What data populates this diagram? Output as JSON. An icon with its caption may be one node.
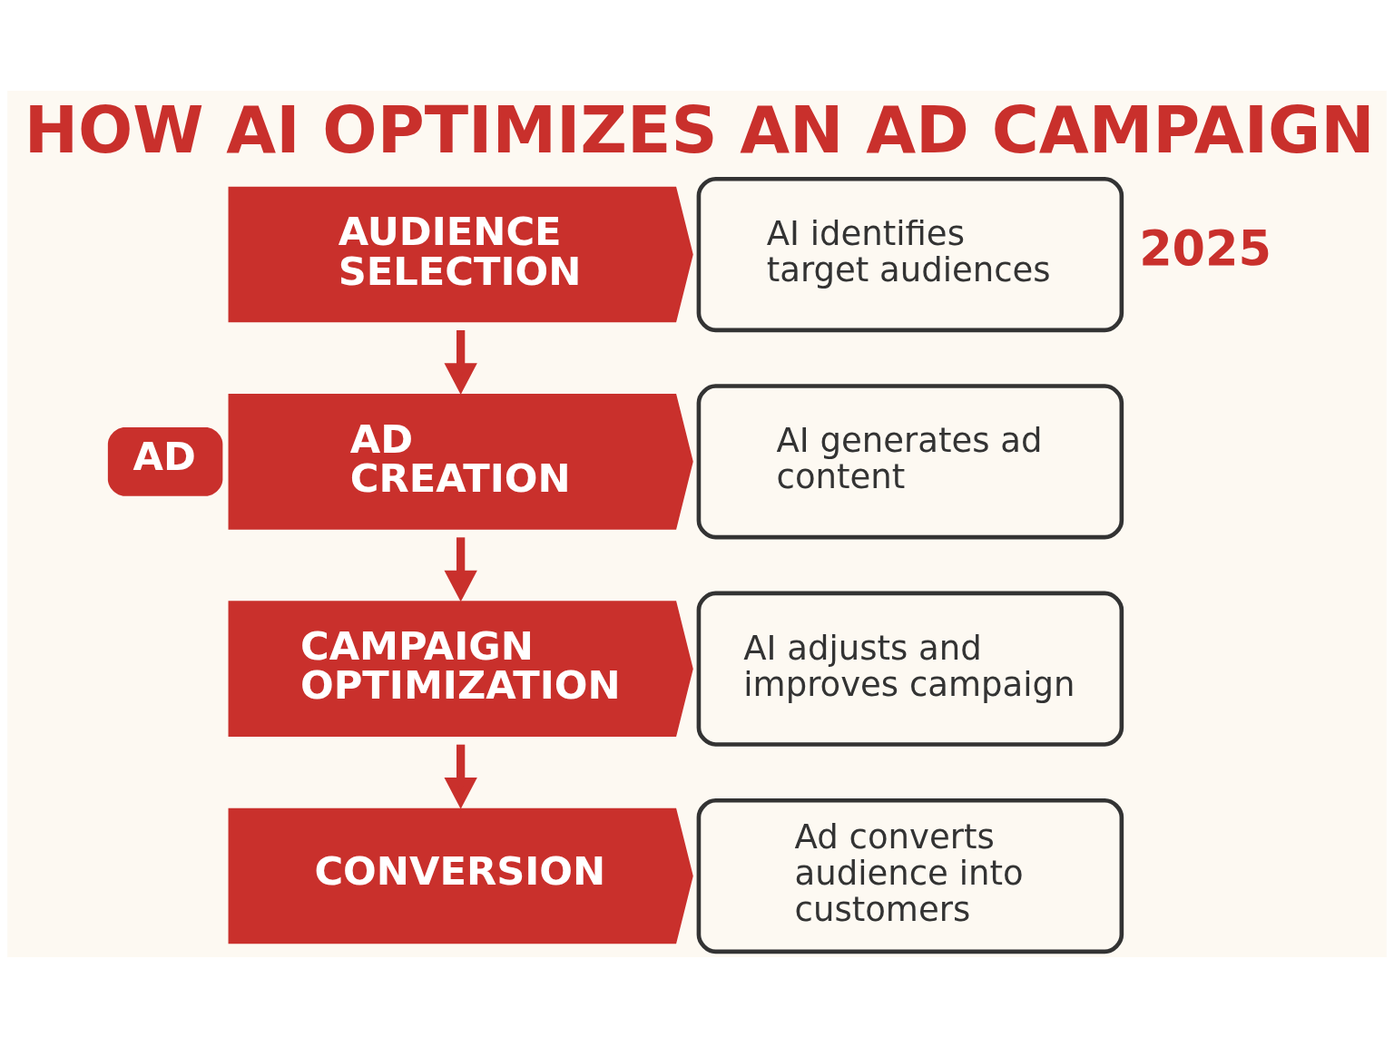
{
  "diagram": {
    "title": "HOW AI OPTIMIZES AN AD CAMPAIGN",
    "nodes": [
      {
        "text": [
          "AUDIENCE SELECTION"
        ]
      },
      {
        "text": [
          "AI identifies target audiences"
        ]
      },
      {
        "text": [
          "AD CREATION"
        ]
      },
      {
        "text": [
          "AI generates ad content"
        ]
      },
      {
        "text": [
          "CAMPAIGN OPTIMIZATION"
        ]
      },
      {
        "text": [
          "AI adjusts and improves campaign"
        ]
      },
      {
        "text": [
          "CONVERSION"
        ]
      },
      {
        "text": [
          "Ad converts audience into customers"
        ]
      }
    ],
    "edges": [
      {
        "from": 0,
        "to": 2,
        "arrow": "to"
      },
      {
        "from": 2,
        "to": 4,
        "arrow": "to"
      },
      {
        "from": 4,
        "to": 6,
        "arrow": "to"
      }
    ],
    "labels": [
      "2025",
      "AD"
    ]
  }
}
